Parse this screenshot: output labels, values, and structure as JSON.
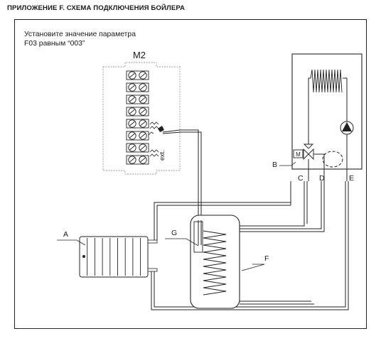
{
  "page": {
    "heading": "ПРИЛОЖЕНИЕ F. СХЕМА ПОДКЛЮЧЕНИЯ БОЙЛЕРА",
    "note_line1": "Установите значение параметра",
    "note_line2": "F03 равным “003”",
    "terminal_title": "M2",
    "terminal_ext_label": "ext.",
    "labels": {
      "A": "A",
      "B": "B",
      "C": "C",
      "D": "D",
      "E": "E",
      "F": "F",
      "G": "G"
    },
    "valve_box_label": "M"
  }
}
